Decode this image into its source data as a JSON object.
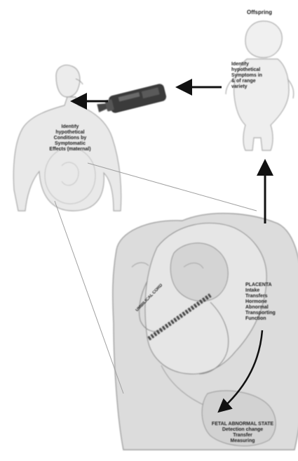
{
  "offspring": {
    "title": "Offspring",
    "lines": [
      "Identify",
      "hypothetical",
      "Symptoms in",
      "& of range",
      "variety"
    ]
  },
  "mother": {
    "lines": [
      "Identify",
      "hypothetical",
      "Conditions by",
      "Symptomatic",
      "Effects (maternal)"
    ]
  },
  "placenta": {
    "lines": [
      "PLACENTA",
      "Intake",
      "Transfers",
      "Hormone",
      "Abnormal",
      "Transporting",
      "Function"
    ]
  },
  "fetus": {
    "lines": [
      "FETAL ABNORMAL STATE",
      "Detection change",
      "Transfer",
      "Measuring"
    ]
  },
  "cord": {
    "text": "UMBILICAL CORD"
  },
  "colors": {
    "outline": "#9a9a9a",
    "fill": "#e6e6e6",
    "arrow": "#111111"
  },
  "icons": [
    "arrow-left-icon",
    "arrow-up-icon",
    "curved-arrow-icon",
    "pregnant-mother-figure",
    "infant-figure",
    "baby-bottle-icon",
    "uterus-fetus-figure"
  ]
}
